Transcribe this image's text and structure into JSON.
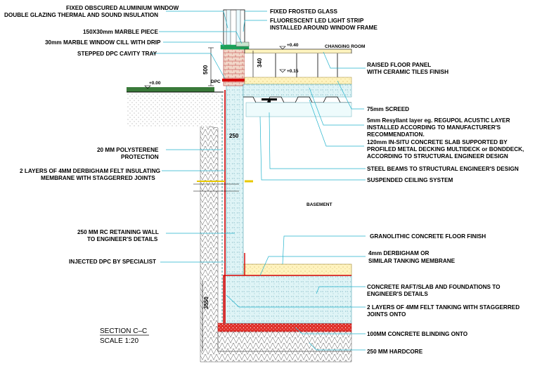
{
  "left_annotations": {
    "l1a": "FIXED OBSCURED ALUMINIUM WINDOW",
    "l1b": "DOUBLE GLAZING THERMAL AND SOUND INSULATION",
    "l2": "150X30mm MARBLE PIECE",
    "l3": "30mm MARBLE WINDOW CILL WITH DRIP",
    "l4": "STEPPED DPC CAVITY TRAY",
    "l5a": "20 MM POLYSTERENE",
    "l5b": "PROTECTION",
    "l6a": "2 LAYERS OF 4MM DERBIGHAM FELT INSULATING",
    "l6b": "MEMBRANE WITH STAGGERRED JOINTS",
    "l7a": "250 MM RC RETAINING WALL",
    "l7b": "TO ENGINEER'S DETAILS",
    "l8": "INJECTED DPC BY SPECIALIST"
  },
  "right_annotations": {
    "r1": "FIXED FROSTED GLASS",
    "r2a": "FLUORESCENT LED LIGHT STRIP",
    "r2b": "INSTALLED AROUND WINDOW FRAME",
    "r3a": "RAISED FLOOR PANEL",
    "r3b": "WITH CERAMIC TILES FINISH",
    "r4": "75mm SCREED",
    "r5a": "5mm Resyllant layer eg. REGUPOL ACUSTIC LAYER",
    "r5b": "INSTALLED ACCORDING TO MANUFACTURER'S",
    "r5c": "RECOMMENDATION.",
    "r6a": "120mm IN-SITU CONCRETE SLAB SUPPORTED BY",
    "r6b": "PROFILED METAL DECKING MULTIDECK or BONDDECK,",
    "r6c": "ACCORDING TO STRUCTURAL ENGINEER DESIGN",
    "r7": "STEEL BEAMS TO STRUCTURAL ENGINEER'S DESIGN",
    "r8": "SUSPENDED CEILING SYSTEM",
    "r9": "GRANOLITHIC CONCRETE FLOOR FINISH",
    "r10a": "4mm DERBIGHAM OR",
    "r10b": "SIMILAR TANKING MEMBRANE",
    "r11a": "CONCRETE RAFT/SLAB AND FOUNDATIONS TO",
    "r11b": "ENGINEER'S DETAILS",
    "r12a": "2 LAYERS OF 4MM FELT TANKING WITH STAGGERRED",
    "r12b": "JOINTS ONTO",
    "r13": "100MM CONCRETE BLINDING ONTO",
    "r14": "250 MM HARDCORE"
  },
  "drawing_labels": {
    "changing_room": "CHANGING ROOM",
    "basement": "BASEMENT",
    "dpc": "DPC",
    "level_top": "+0.40",
    "level_mid": "+0.15",
    "level_ground": "+0.00",
    "dim_500": "500",
    "dim_340": "340",
    "dim_250": "250",
    "dim_bottom": "3550"
  },
  "title": {
    "section": "SECTION C–C",
    "scale": "SCALE 1:20"
  },
  "colors": {
    "concrete_fill": "#dff4f6",
    "concrete_dots": "#7fb8c4",
    "hardcore_fill": "#ffffff",
    "membrane": "#d40000",
    "screed": "#fff3bf",
    "finish": "#ffe59a",
    "window_frame": "#1e9e58",
    "leader": "#23b3cc",
    "line": "#000000"
  }
}
